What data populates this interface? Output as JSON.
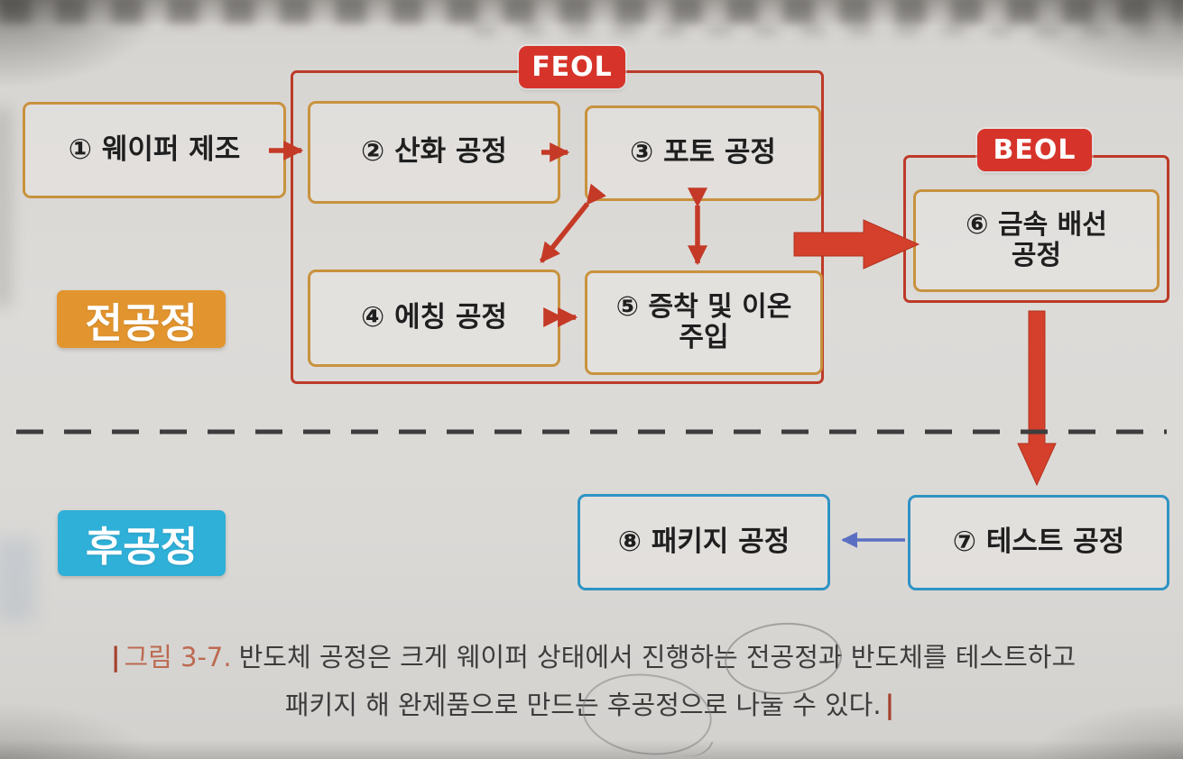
{
  "badges": {
    "feol": "FEOL",
    "beol": "BEOL",
    "front_process": "전공정",
    "back_process": "후공정"
  },
  "boxes": {
    "wafer": "① 웨이퍼 제조",
    "oxidation": "② 산화 공정",
    "photo": "③ 포토 공정",
    "etching": "④ 에칭 공정",
    "deposition_line1": "⑤ 증착 및 이온",
    "deposition_line2": "주입",
    "metal_line1": "⑥ 금속 배선",
    "metal_line2": "공정",
    "test": "⑦ 테스트 공정",
    "package": "⑧ 패키지 공정"
  },
  "caption": {
    "marker_start": "|",
    "figure_label": "그림 3-7.",
    "line1_pre": "반도체 공정은 크게 웨이퍼 상태에서 진행하는 ",
    "line1_circled": "전공정",
    "line1_post": "과 반도체를 테스트하고",
    "line2_pre": "패키지 해 완제품으로 만드는 ",
    "line2_circled": "후공정",
    "line2_post": "으로 나눌 수 있다.",
    "marker_end": "|"
  },
  "colors": {
    "badge_red": "#d6342a",
    "badge_orange": "#e2952f",
    "badge_blue": "#2fb0d8",
    "box_border_orange": "#c8923e",
    "box_border_blue": "#2f93c4",
    "frame_border_red": "#bd3a28",
    "arrow_red": "#c43a27",
    "thick_arrow_red": "#d4402b",
    "arrow_blue": "#5b6fc2",
    "divider_gray": "#3d3d3d",
    "figure_label_color": "#bc6a50"
  }
}
